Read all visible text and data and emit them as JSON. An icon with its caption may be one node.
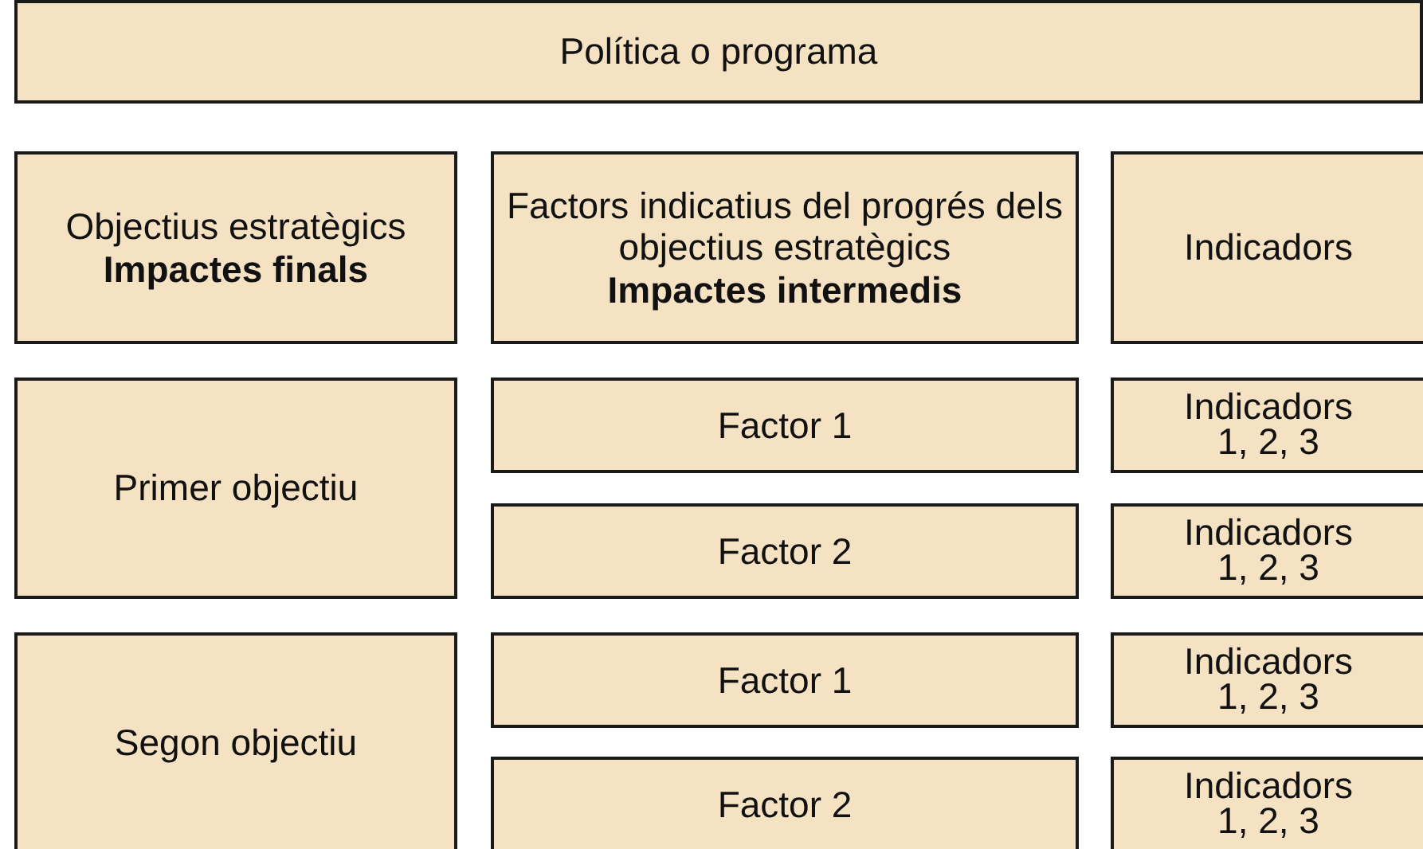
{
  "diagram": {
    "nodes": [
      {
        "text": [
          "Política o programa"
        ]
      },
      {
        "text": [
          "Objectius estratègics",
          "Impactes finals"
        ]
      },
      {
        "text": [
          "Factors indicatius del progrés dels objectius estratègics",
          "Impactes intermedis"
        ]
      },
      {
        "text": [
          "Indicadors"
        ]
      },
      {
        "text": [
          "Primer objectiu"
        ]
      },
      {
        "text": [
          "Factor 1"
        ]
      },
      {
        "text": [
          "Indicadors 1, 2, 3"
        ]
      },
      {
        "text": [
          "Factor 2"
        ]
      },
      {
        "text": [
          "Indicadors 1, 2, 3"
        ]
      },
      {
        "text": [
          "Segon objectiu"
        ]
      },
      {
        "text": [
          "Factor 1"
        ]
      },
      {
        "text": [
          "Indicadors 1, 2, 3"
        ]
      },
      {
        "text": [
          "Factor 2"
        ]
      },
      {
        "text": [
          "Indicadors 1, 2, 3"
        ]
      }
    ]
  }
}
